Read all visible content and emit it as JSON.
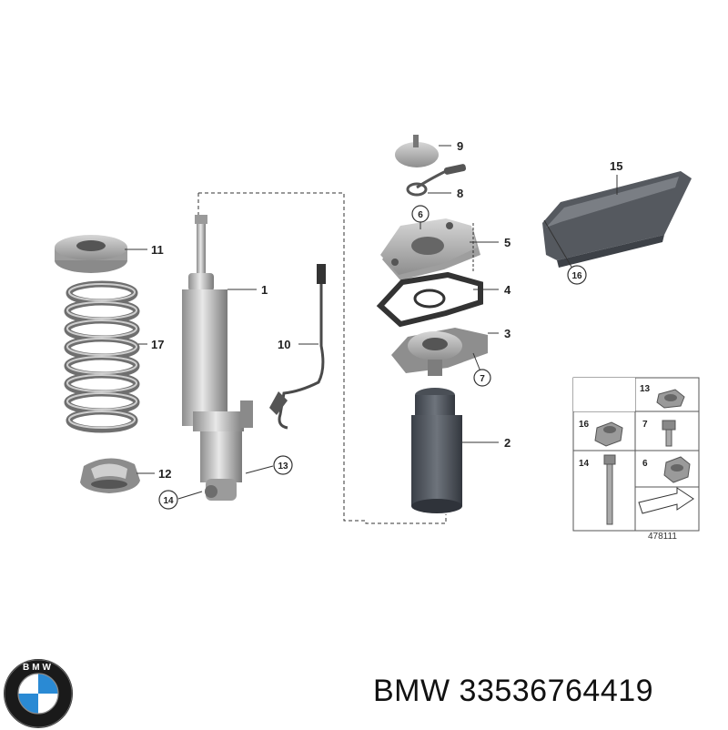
{
  "labels": {
    "c1": "1",
    "c2": "2",
    "c3": "3",
    "c4": "4",
    "c5": "5",
    "c6": "6",
    "c7": "7",
    "c8": "8",
    "c9": "9",
    "c10": "10",
    "c11": "11",
    "c12": "12",
    "c13": "13",
    "c14": "14",
    "c15": "15",
    "c16": "16",
    "c17": "17"
  },
  "legend": {
    "c13": "13",
    "c16": "16",
    "c7": "7",
    "c14": "14",
    "c6": "6",
    "ref": "478111"
  },
  "logo": {
    "text": "BMW",
    "icon": "bmw-roundel-icon",
    "blue": "#2a8ad4"
  },
  "caption": {
    "brand": "BMW",
    "part_number": "33536764419"
  }
}
